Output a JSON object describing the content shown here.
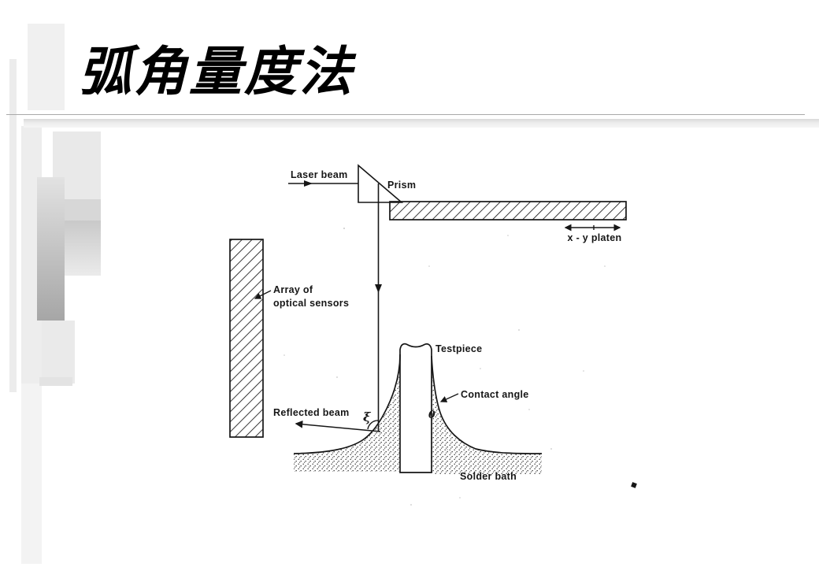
{
  "slide": {
    "title": "弧角量度法"
  },
  "colors": {
    "ink": "#161616",
    "rule_line": "#a9a9a9",
    "accent_band": "#e5e5e5"
  },
  "diagram": {
    "labels": {
      "laser_beam": "Laser beam",
      "prism": "Prism",
      "xy_platen": "x - y platen",
      "array_line1": "Array of",
      "array_line2": "optical sensors",
      "reflected_beam": "Reflected beam",
      "testpiece": "Testpiece",
      "contact_angle": "Contact angle",
      "solder_bath": "Solder bath",
      "xi": "ξ",
      "theta": "θ"
    }
  }
}
